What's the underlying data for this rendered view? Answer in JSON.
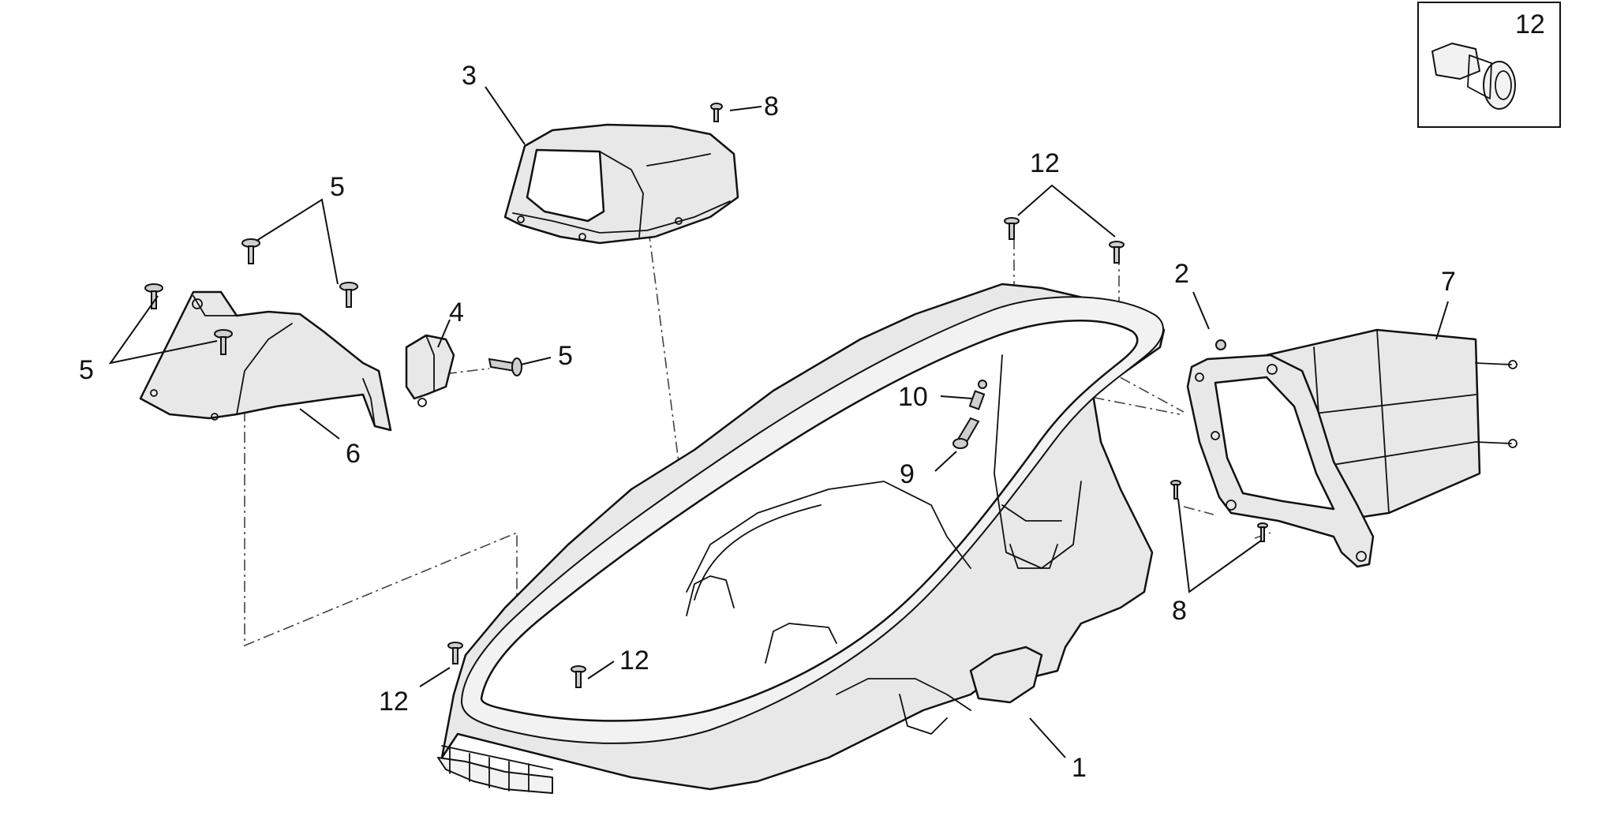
{
  "callouts": {
    "c1": "1",
    "c2": "2",
    "c3": "3",
    "c4": "4",
    "c5a": "5",
    "c5b": "5",
    "c5c": "5",
    "c6": "6",
    "c7": "7",
    "c8a": "8",
    "c8b": "8",
    "c9": "9",
    "c10": "10",
    "c12a": "12",
    "c12b": "12",
    "c12c": "12",
    "c12inset": "12"
  }
}
